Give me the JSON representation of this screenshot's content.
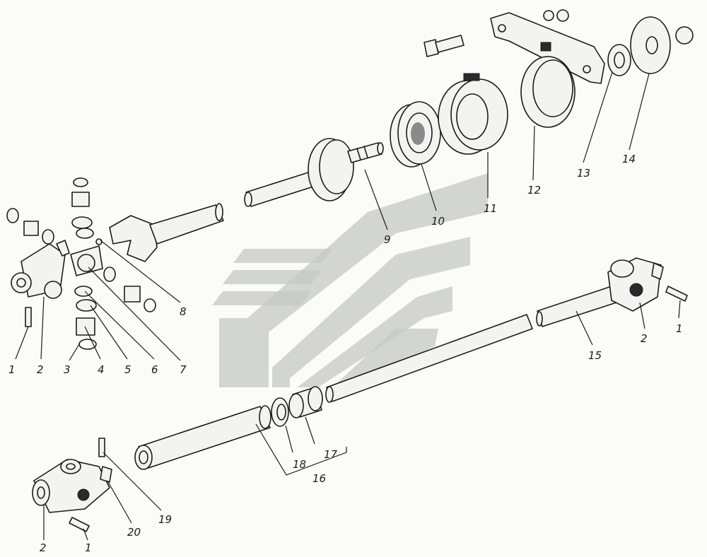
{
  "diagram": {
    "callouts": [
      {
        "id": "c1a",
        "text": "1"
      },
      {
        "id": "c2a",
        "text": "2"
      },
      {
        "id": "c3",
        "text": "3"
      },
      {
        "id": "c4",
        "text": "4"
      },
      {
        "id": "c5",
        "text": "5"
      },
      {
        "id": "c6",
        "text": "6"
      },
      {
        "id": "c7",
        "text": "7"
      },
      {
        "id": "c8",
        "text": "8"
      },
      {
        "id": "c9",
        "text": "9"
      },
      {
        "id": "c10",
        "text": "10"
      },
      {
        "id": "c11",
        "text": "11"
      },
      {
        "id": "c12",
        "text": "12"
      },
      {
        "id": "c13",
        "text": "13"
      },
      {
        "id": "c14",
        "text": "14"
      },
      {
        "id": "c15",
        "text": "15"
      },
      {
        "id": "c2b",
        "text": "2"
      },
      {
        "id": "c1b",
        "text": "1"
      },
      {
        "id": "c16",
        "text": "16"
      },
      {
        "id": "c17",
        "text": "17"
      },
      {
        "id": "c18",
        "text": "18"
      },
      {
        "id": "c19",
        "text": "19"
      },
      {
        "id": "c20",
        "text": "20"
      },
      {
        "id": "c2c",
        "text": "2"
      },
      {
        "id": "c1c",
        "text": "1"
      }
    ]
  },
  "colors": {
    "ink": "#1b1b1b",
    "watermark": "#c6c8c6",
    "paper": "#fbfbfa"
  }
}
